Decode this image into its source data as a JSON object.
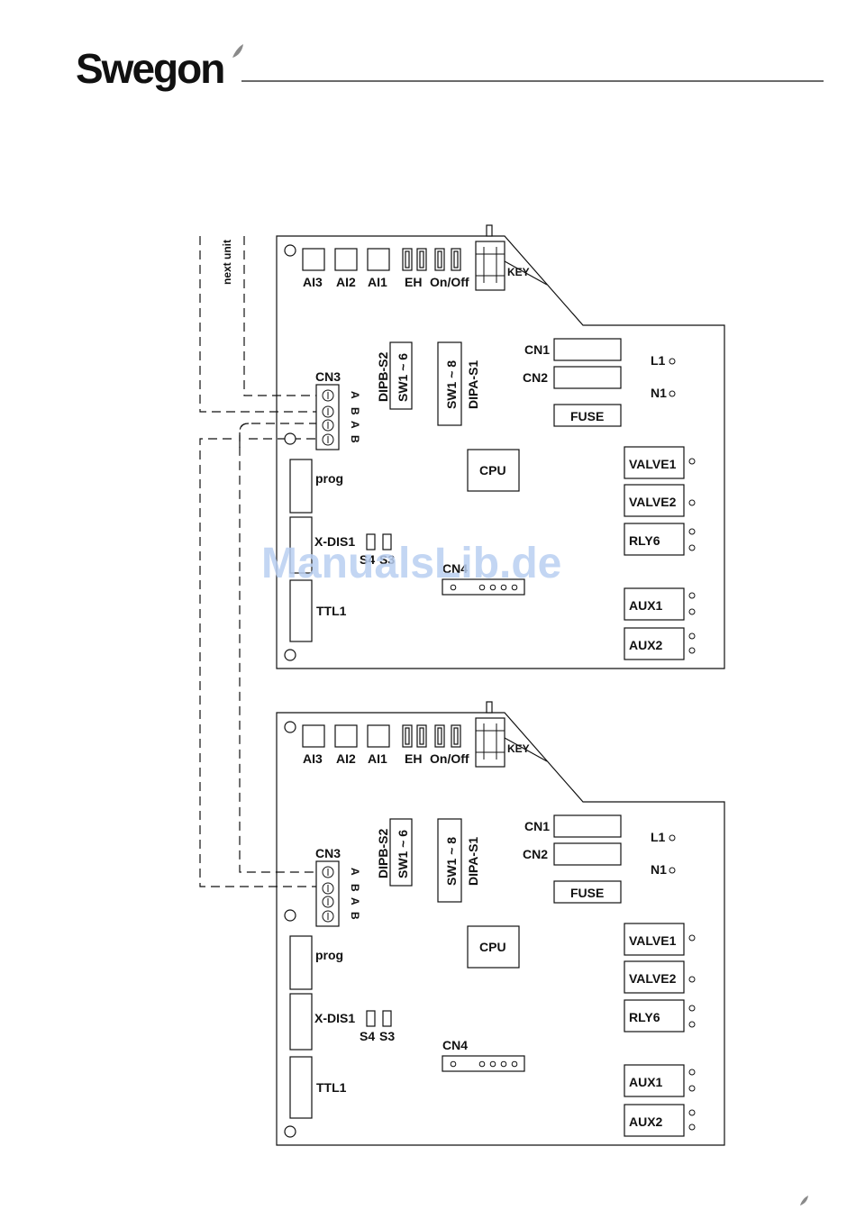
{
  "header": {
    "logo_text": "Swegon"
  },
  "watermark": "ManualsLib.de",
  "side_label": "next unit",
  "board_labels": {
    "ai3": "AI3",
    "ai2": "AI2",
    "ai1": "AI1",
    "eh": "EH",
    "onoff": "On/Off",
    "key": "KEY",
    "dipb": "DIPB-S2",
    "sw16": "SW1 ~ 6",
    "sw18": "SW1 ~ 8",
    "dipa": "DIPA-S1",
    "cn1": "CN1",
    "cn2": "CN2",
    "fuse": "FUSE",
    "l1": "L1",
    "n1": "N1",
    "cn3": "CN3",
    "cpu": "CPU",
    "prog": "prog",
    "xdis1": "X-DIS1",
    "s4": "S4",
    "s3": "S3",
    "cn4": "CN4",
    "ttl1": "TTL1",
    "valve1": "VALVE1",
    "valve2": "VALVE2",
    "rly6": "RLY6",
    "aux1": "AUX1",
    "aux2": "AUX2",
    "cn3_pins": [
      "A",
      "B",
      "A",
      "B"
    ]
  },
  "colors": {
    "watermark": "#b9cff1",
    "ink": "#111111"
  }
}
